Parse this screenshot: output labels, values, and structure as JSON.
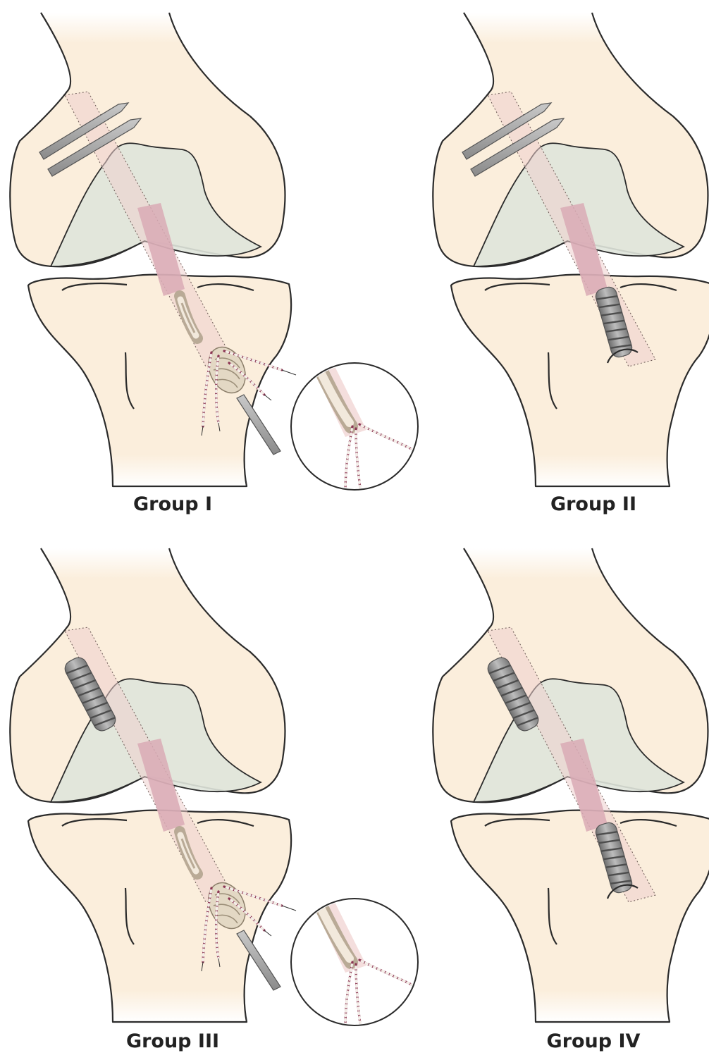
{
  "panels": [
    {
      "id": "group-1",
      "caption": "Group I",
      "femoral_fixation": "cross-pins",
      "tibial_fixation": "suture-post",
      "inset": true
    },
    {
      "id": "group-2",
      "caption": "Group II",
      "femoral_fixation": "cross-pins",
      "tibial_fixation": "interference-screw",
      "inset": false
    },
    {
      "id": "group-3",
      "caption": "Group III",
      "femoral_fixation": "interference-screw",
      "tibial_fixation": "suture-post",
      "inset": true
    },
    {
      "id": "group-4",
      "caption": "Group IV",
      "femoral_fixation": "interference-screw",
      "tibial_fixation": "interference-screw",
      "inset": false
    }
  ],
  "colors": {
    "bone": "#fbeedc",
    "cartilage": "#dfe4da",
    "graft": "#d9aab5",
    "tunnel": "#efd0ce",
    "hardware": "#8e8e8e",
    "suture_red": "#8b3452",
    "suture_white": "#f4eee8",
    "outline": "#2b2b2b"
  }
}
